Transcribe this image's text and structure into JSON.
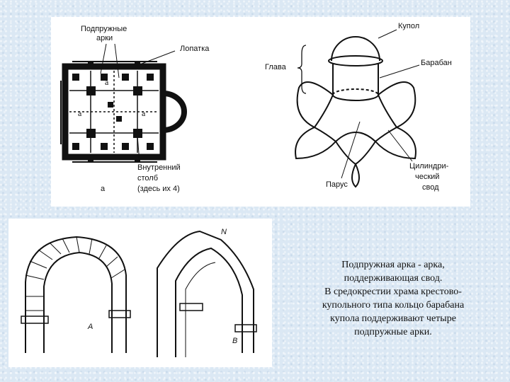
{
  "plan_figure": {
    "labels": {
      "arches_line1": "Подпружные",
      "arches_line2": "арки",
      "pilaster": "Лопатка",
      "pillar_line1": "Внутренний",
      "pillar_line2": "столб",
      "pillar_line3": "(здесь их 4)",
      "fig_letter": "а",
      "cell_a1": "а",
      "cell_a2": "а",
      "cell_a3": "а"
    }
  },
  "dome_figure": {
    "labels": {
      "dome": "Купол",
      "head": "Глава",
      "drum": "Барабан",
      "pendentive": "Парус",
      "vault_line1": "Цилиндри-",
      "vault_line2": "ческий",
      "vault_line3": "свод"
    }
  },
  "arch_figure": {
    "labels": {
      "a": "A",
      "b": "B",
      "n": "N"
    }
  },
  "caption": {
    "lines": [
      "Подпружная арка - арка,",
      "поддерживающая свод.",
      "В средокрестии храма крестово-",
      "купольного типа кольцо барабана",
      "купола поддерживают четыре",
      "подпружные арки."
    ]
  }
}
